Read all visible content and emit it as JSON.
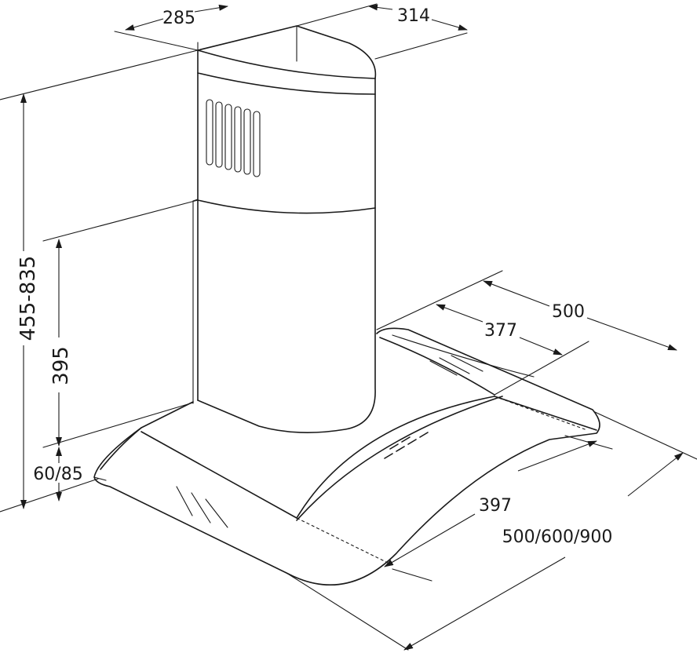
{
  "dimensions": {
    "chimney_width": "285",
    "chimney_depth": "314",
    "total_height": "455-835",
    "chimney_height": "395",
    "canopy_thickness": "60/85",
    "canopy_depth": "500",
    "inner_depth": "377",
    "glass_width": "397",
    "hood_width": "500/600/900"
  }
}
